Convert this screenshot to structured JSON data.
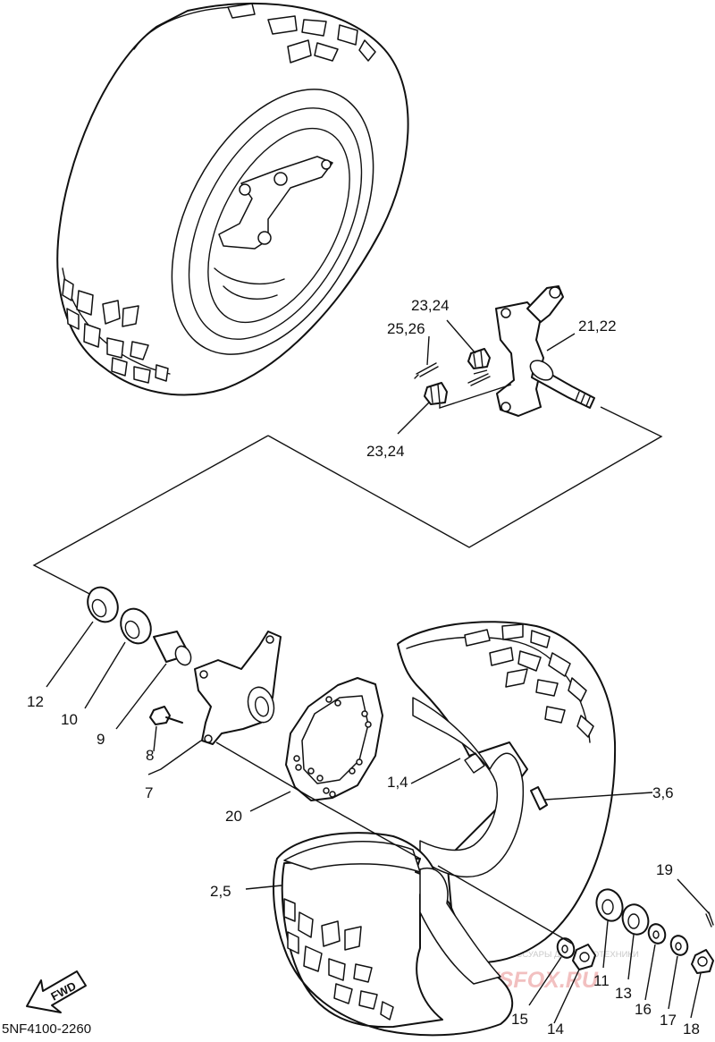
{
  "labels": {
    "c23_24_top": "23,24",
    "c25_26": "25,26",
    "c21_22": "21,22",
    "c23_24_bottom": "23,24",
    "c12": "12",
    "c10": "10",
    "c9": "9",
    "c8": "8",
    "c7": "7",
    "c20": "20",
    "c1_4": "1,4",
    "c3_6": "3,6",
    "c2_5": "2,5",
    "c19": "19",
    "c15": "15",
    "c14": "14",
    "c11": "11",
    "c13": "13",
    "c16": "16",
    "c17": "17",
    "c18": "18"
  },
  "fwd_arrow_label": "FWD",
  "diagram_code": "5NF4100-2260",
  "watermark": {
    "tagline": "ЗАПЧАСТИ И АКСЕССУАРЫ ДЛЯ МОТОТЕХНИКИ",
    "logo": "PARTSFOX.RU"
  }
}
